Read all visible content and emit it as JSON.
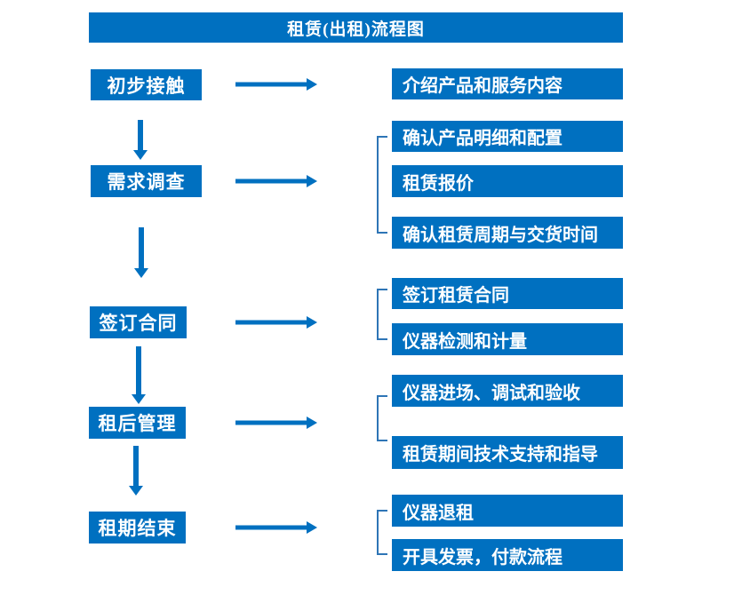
{
  "title": "租赁(出租)流程图",
  "colors": {
    "primary": "#0070C0",
    "bracket": "#2E75B6",
    "text_on_primary": "#FFFFFF",
    "background": "#FFFFFF"
  },
  "flow": [
    {
      "stage": "初步接触",
      "details": [
        "介绍产品和服务内容"
      ]
    },
    {
      "stage": "需求调查",
      "details": [
        "确认产品明细和配置",
        "租赁报价",
        "确认租赁周期与交货时间"
      ]
    },
    {
      "stage": "签订合同",
      "details": [
        "签订租赁合同",
        "仪器检测和计量"
      ]
    },
    {
      "stage": "租后管理",
      "details": [
        "仪器进场、调试和验收",
        "租赁期间技术支持和指导"
      ]
    },
    {
      "stage": "租期结束",
      "details": [
        "仪器退租",
        "开具发票，付款流程"
      ]
    }
  ]
}
